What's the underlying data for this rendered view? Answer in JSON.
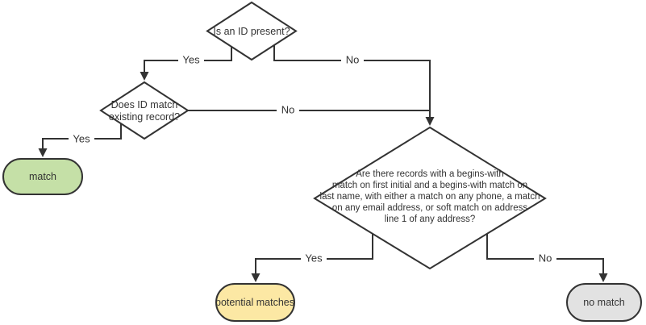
{
  "diagram": {
    "background": "#ffffff",
    "colors": {
      "line": "#333333",
      "text": "#333333",
      "decision_fill": "#ffffff",
      "match_fill": "#c5e0a7",
      "potential_matches_fill": "#fce8a4",
      "no_match_fill": "#e2e2e2"
    },
    "nodes": {
      "is_id_present": {
        "label": "Is an ID present?"
      },
      "does_id_match": {
        "lines": [
          "Does ID match",
          "existing record?"
        ]
      },
      "records_begins_with": {
        "lines": [
          "Are there records with a begins-with",
          "match on first initial and a begins-with match on",
          "last name, with either a match on any phone, a match",
          "on any email address, or soft match on address",
          "line 1 of any address?"
        ]
      },
      "match": {
        "label": "match"
      },
      "potential_matches": {
        "label": "potential matches"
      },
      "no_match": {
        "label": "no match"
      }
    },
    "edge_labels": {
      "is_id_present_yes": "Yes",
      "is_id_present_no": "No",
      "does_id_match_yes": "Yes",
      "does_id_match_no": "No",
      "records_yes": "Yes",
      "records_no": "No"
    }
  }
}
